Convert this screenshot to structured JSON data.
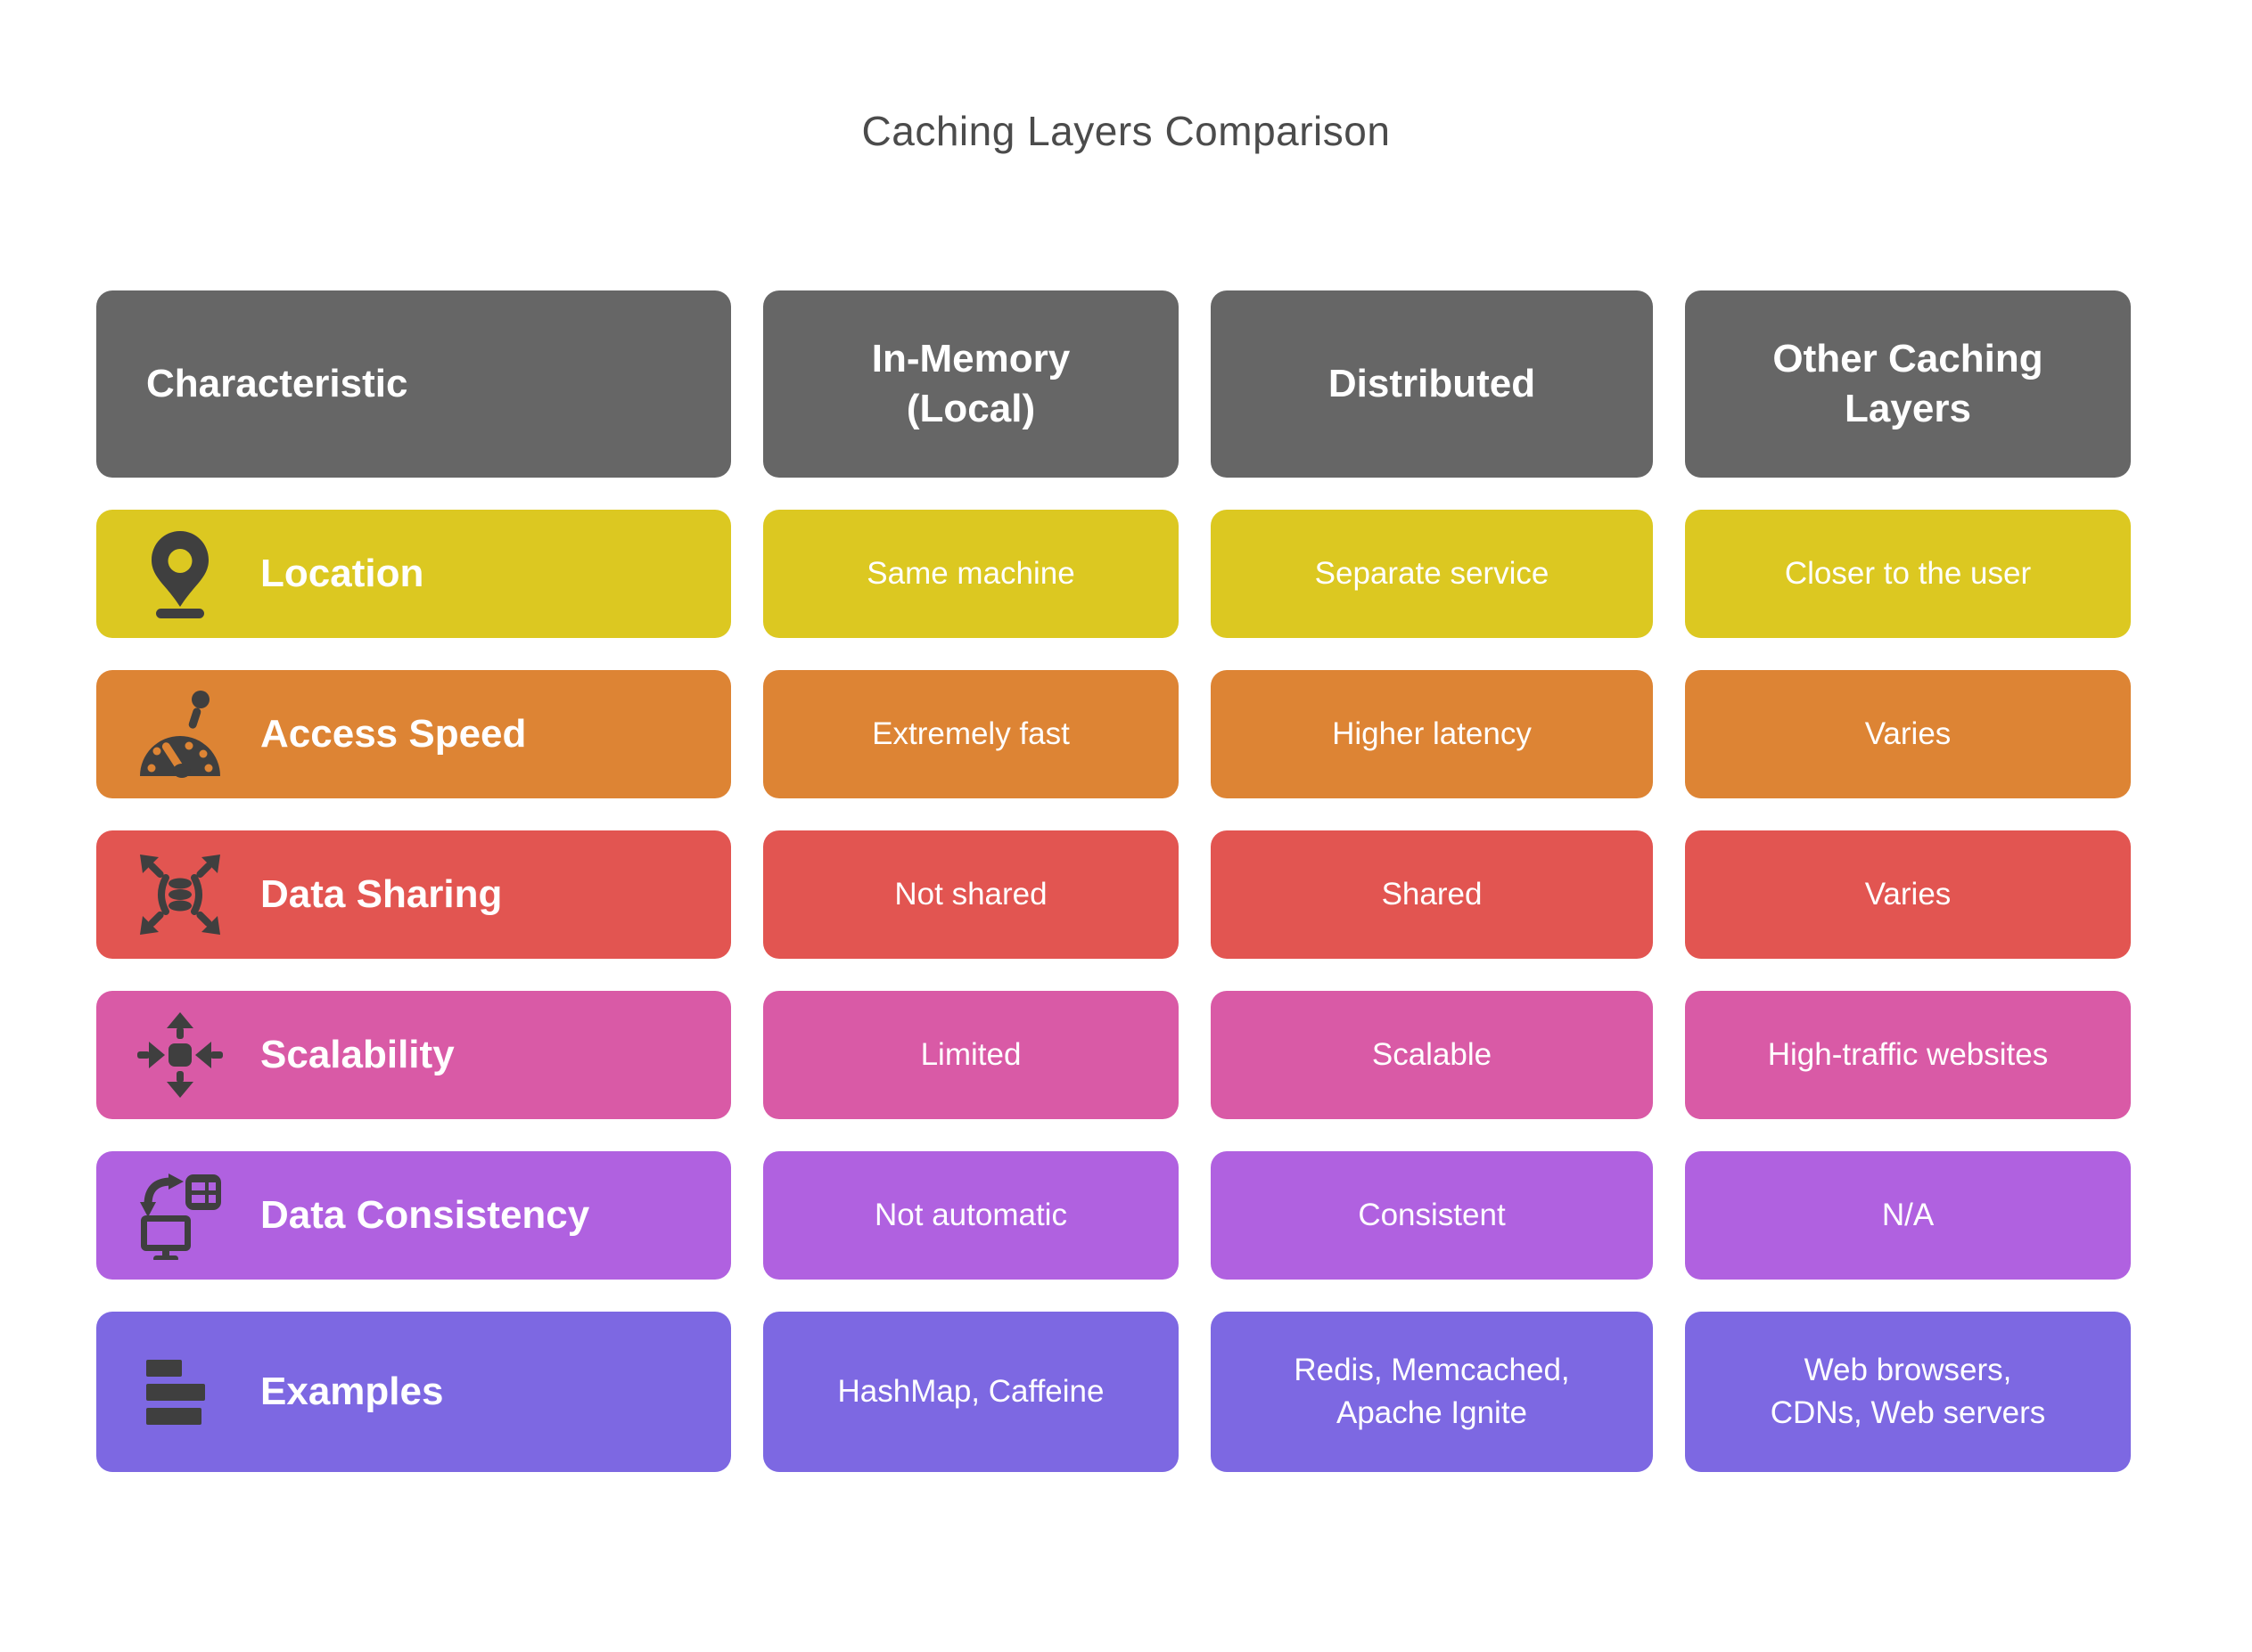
{
  "title": "Caching Layers Comparison",
  "colors": {
    "background": "#ffffff",
    "title_text": "#4b4b4b",
    "header_bg": "#666666",
    "icon": "#3f3f3f",
    "cell_text": "#ffffff"
  },
  "table": {
    "headers": [
      "Characteristic",
      "In-Memory\n(Local)",
      "Distributed",
      "Other Caching\nLayers"
    ],
    "rows": [
      {
        "label": "Location",
        "icon": "map-pin-icon",
        "color": "#dcc821",
        "cells": [
          "Same machine",
          "Separate service",
          "Closer to the user"
        ]
      },
      {
        "label": "Access Speed",
        "icon": "speedometer-icon",
        "color": "#dd8434",
        "cells": [
          "Extremely fast",
          "Higher latency",
          "Varies"
        ]
      },
      {
        "label": "Data Sharing",
        "icon": "share-data-icon",
        "color": "#e25551",
        "cells": [
          "Not shared",
          "Shared",
          "Varies"
        ]
      },
      {
        "label": "Scalability",
        "icon": "expand-arrows-icon",
        "color": "#d95aa6",
        "cells": [
          "Limited",
          "Scalable",
          "High-traffic websites"
        ]
      },
      {
        "label": "Data Consistency",
        "icon": "data-sync-icon",
        "color": "#b061e0",
        "cells": [
          "Not automatic",
          "Consistent",
          "N/A"
        ]
      },
      {
        "label": "Examples",
        "icon": "list-bars-icon",
        "color": "#7d68e2",
        "cells": [
          "HashMap, Caffeine",
          "Redis, Memcached,\nApache Ignite",
          "Web browsers,\nCDNs, Web servers"
        ]
      }
    ]
  }
}
